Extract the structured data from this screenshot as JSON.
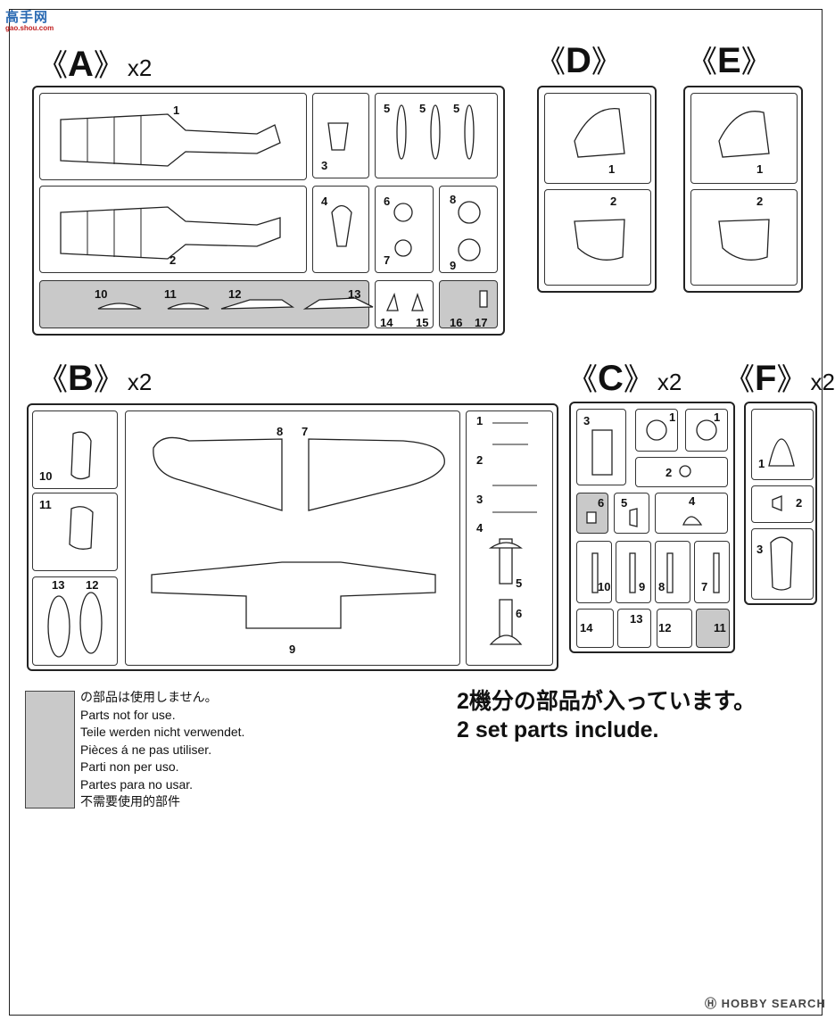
{
  "logo": {
    "name": "高手网",
    "url": "gao.shou.com"
  },
  "sprues": {
    "A": {
      "letter": "A",
      "left": "《",
      "right": "》",
      "mult": "x2",
      "numbers": [
        "1",
        "2",
        "3",
        "4",
        "5",
        "5",
        "5",
        "6",
        "7",
        "8",
        "9",
        "10",
        "11",
        "12",
        "13",
        "14",
        "15",
        "16",
        "17"
      ]
    },
    "D": {
      "letter": "D",
      "left": "《",
      "right": "》",
      "mult": "",
      "numbers": [
        "1",
        "2"
      ]
    },
    "E": {
      "letter": "E",
      "left": "《",
      "right": "》",
      "mult": "",
      "numbers": [
        "1",
        "2"
      ]
    },
    "B": {
      "letter": "B",
      "left": "《",
      "right": "》",
      "mult": "x2",
      "numbers": [
        "10",
        "11",
        "13",
        "12",
        "8",
        "7",
        "9",
        "1",
        "2",
        "3",
        "4",
        "5",
        "6"
      ]
    },
    "C": {
      "letter": "C",
      "left": "《",
      "right": "》",
      "mult": "x2",
      "numbers": [
        "3",
        "1",
        "1",
        "2",
        "6",
        "5",
        "4",
        "10",
        "9",
        "8",
        "7",
        "14",
        "13",
        "12",
        "11"
      ]
    },
    "F": {
      "letter": "F",
      "left": "《",
      "right": "》",
      "mult": "x2",
      "numbers": [
        "1",
        "2",
        "3"
      ]
    }
  },
  "legend": {
    "lines": [
      "の部品は使用しません。",
      "Parts not for use.",
      "Teile werden nicht verwendet.",
      "Pièces á ne pas utiliser.",
      "Parti non per uso.",
      "Partes para no usar.",
      "不需要使用的部件"
    ]
  },
  "notice": {
    "jp": "2機分の部品が入っています。",
    "en": "2 set parts include."
  },
  "watermark": "Ⓗ HOBBY SEARCH",
  "colors": {
    "unused_parts": "#c9c9c9",
    "lines": "#222222"
  }
}
